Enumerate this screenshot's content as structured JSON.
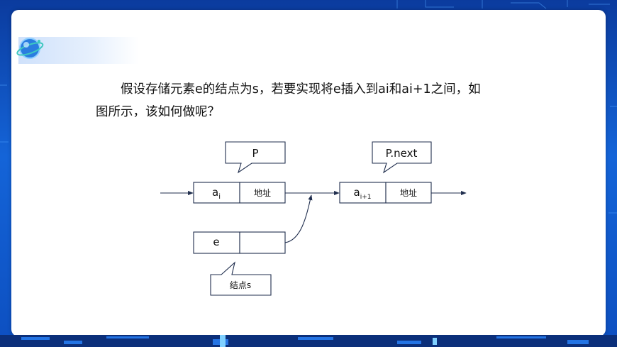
{
  "paragraph": {
    "line1": "假设存储元素e的结点为s，若要实现将e插入到ai和ai+1之间，如",
    "line2": "图所示，该如何做呢？"
  },
  "diagram": {
    "callout_p": "P",
    "callout_pnext": "P.next",
    "node_ai": {
      "data": "a",
      "sub": "i",
      "addr": "地址"
    },
    "node_ai1": {
      "data": "a",
      "sub": "i+1",
      "addr": "地址"
    },
    "node_e": {
      "data": "e"
    },
    "callout_s": "结点s"
  },
  "colors": {
    "accent_blue": "#1464d8",
    "stroke": "#1f2d4d"
  }
}
